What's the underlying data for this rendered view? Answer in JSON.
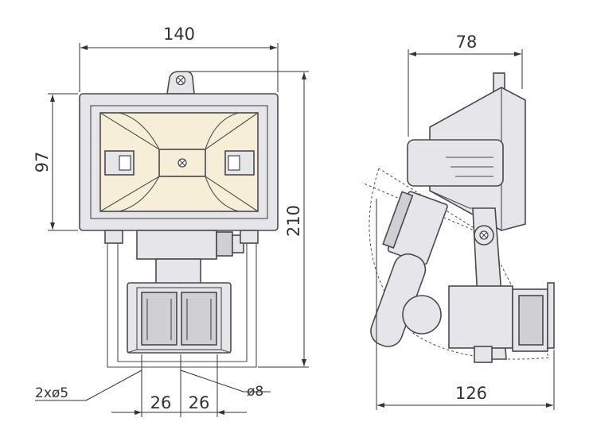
{
  "dimensions": {
    "front_width": "140",
    "front_height": "97",
    "overall_height": "210",
    "side_depth": "78",
    "swing_depth": "126",
    "hole_spacing_left": "26",
    "hole_spacing_right": "26",
    "mount_holes": "2xø5",
    "cable_hole": "ø8"
  },
  "colors": {
    "body": "#e6e6ea",
    "lens": "#f7eed8",
    "line": "#4a4a4a"
  }
}
